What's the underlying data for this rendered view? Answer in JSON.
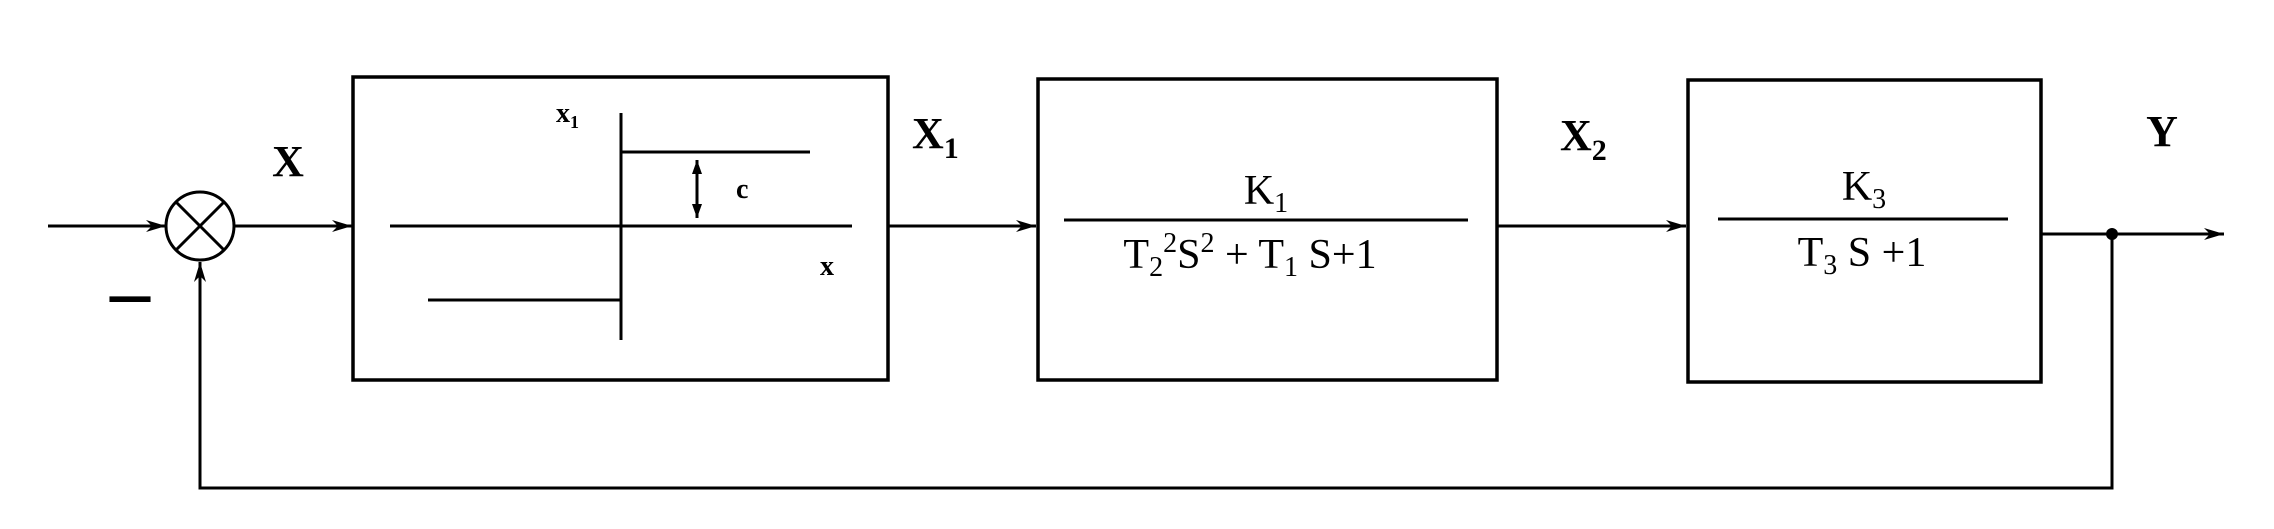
{
  "signals": {
    "input_error": "X",
    "relay_output": "X",
    "relay_output_sub": "1",
    "block2_output": "X",
    "block2_output_sub": "2",
    "system_output": "Y",
    "feedback_sign": "–"
  },
  "relay_block": {
    "y_axis": "x",
    "y_axis_sub": "1",
    "x_axis": "x",
    "threshold": "c"
  },
  "transfer_block_1": {
    "num_k": "K",
    "num_k_sub": "1",
    "den_t2": "T",
    "den_t2_sub": "2",
    "den_t2_sup": "2",
    "den_s2": "S",
    "den_s2_sup": "2",
    "den_plus": " + T",
    "den_t1_sub": "1",
    "den_tail": " S+1"
  },
  "transfer_block_2": {
    "num_k": "K",
    "num_k_sub": "3",
    "den_t3": "T",
    "den_t3_sub": "3",
    "den_tail": " S +1"
  }
}
